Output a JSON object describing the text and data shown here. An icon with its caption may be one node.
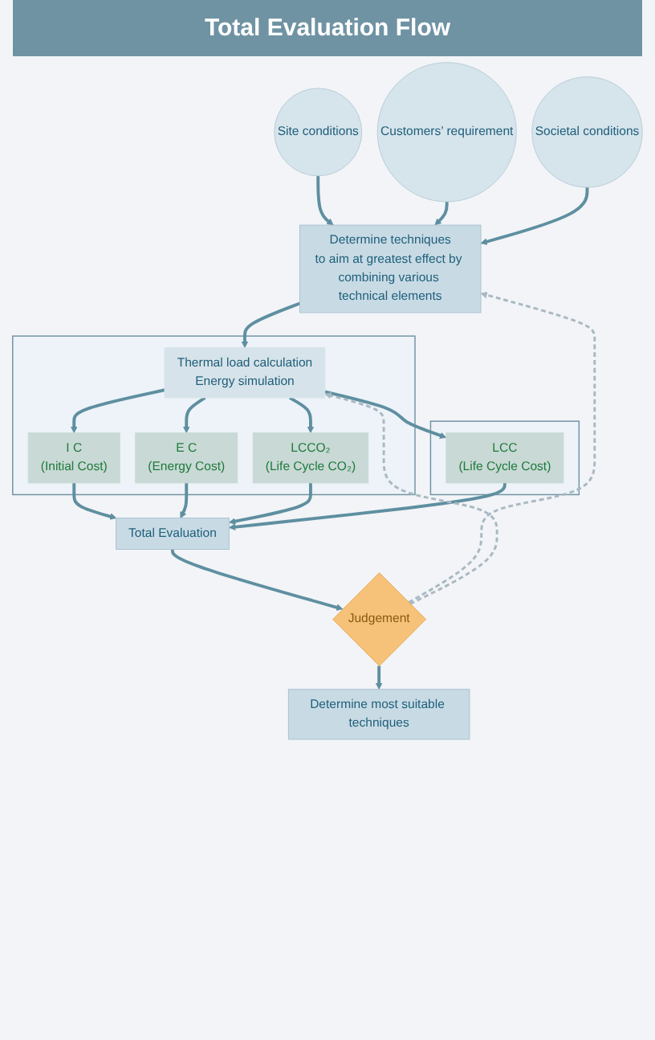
{
  "diagram": {
    "title": "Total Evaluation Flow",
    "nodes": [
      {
        "text": [
          "Site conditions"
        ]
      },
      {
        "text": [
          "Customers’ requirement"
        ]
      },
      {
        "text": [
          "Societal conditions"
        ]
      },
      {
        "text": [
          "Determine techniques",
          "to aim at greatest effect by combining various technical elements"
        ]
      },
      {
        "text": [],
        "shape": "box"
      },
      {
        "text": [
          "Thermal load calculation",
          "Energy simulation"
        ],
        "in": 4
      },
      {
        "text": [
          "I C",
          "(Initial Cost)"
        ],
        "in": 4
      },
      {
        "text": [
          "E C",
          "(Energy Cost)"
        ],
        "in": 4
      },
      {
        "text": [
          "LCCO₂",
          "(Life Cycle CO₂)"
        ],
        "in": 4
      },
      {
        "text": [],
        "shape": "box"
      },
      {
        "text": [
          "LCC",
          "(Life Cycle Cost)"
        ],
        "in": 9
      },
      {
        "text": [
          "Total Evaluation"
        ]
      },
      {
        "text": [
          "Judgement"
        ]
      },
      {
        "text": [
          "Determine most suitable techniques"
        ]
      }
    ],
    "edges": [
      {
        "from": 0,
        "to": 3,
        "arrow": "to"
      },
      {
        "from": 1,
        "to": 3,
        "arrow": "to"
      },
      {
        "from": 2,
        "to": 3,
        "arrow": "to"
      },
      {
        "from": 3,
        "to": 5,
        "arrow": "to"
      },
      {
        "from": 5,
        "to": 6,
        "arrow": "to"
      },
      {
        "from": 5,
        "to": 7,
        "arrow": "to"
      },
      {
        "from": 5,
        "to": 8,
        "arrow": "to"
      },
      {
        "from": 5,
        "to": 10,
        "arrow": "to"
      },
      {
        "from": 6,
        "to": 11,
        "arrow": "to"
      },
      {
        "from": 7,
        "to": 11,
        "arrow": "to"
      },
      {
        "from": 8,
        "to": 11,
        "arrow": "to"
      },
      {
        "from": 10,
        "to": 11,
        "arrow": "to"
      },
      {
        "from": 11,
        "to": 12,
        "arrow": "to"
      },
      {
        "from": 12,
        "to": 13,
        "arrow": "to"
      },
      {
        "from": 12,
        "to": 3,
        "arrow": "to",
        "style": "dashed",
        "color": "#a9b8c2"
      },
      {
        "from": 12,
        "to": 5,
        "arrow": "to",
        "style": "dashed",
        "color": "#a9b8c2"
      }
    ]
  }
}
